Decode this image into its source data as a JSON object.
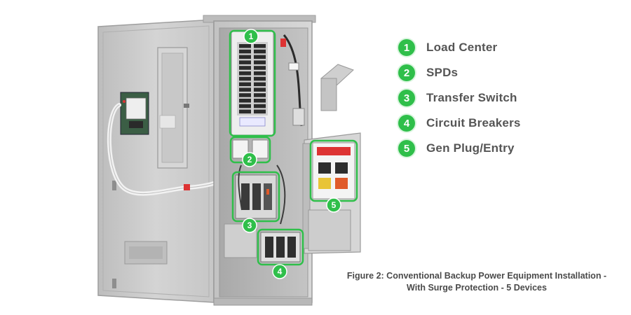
{
  "legend": {
    "items": [
      {
        "number": "1",
        "label": "Load Center"
      },
      {
        "number": "2",
        "label": "SPDs"
      },
      {
        "number": "3",
        "label": "Transfer Switch"
      },
      {
        "number": "4",
        "label": "Circuit Breakers"
      },
      {
        "number": "5",
        "label": "Gen Plug/Entry"
      }
    ]
  },
  "callouts": [
    "1",
    "2",
    "3",
    "4",
    "5"
  ],
  "caption": {
    "line1": "Figure 2: Conventional Backup Power Equipment Installation -",
    "line2": "With Surge Protection - 5 Devices"
  },
  "colors": {
    "accent": "#2fbf4a",
    "cabinet": "#c9c9c9",
    "caption_text": "#4a4a4a"
  }
}
